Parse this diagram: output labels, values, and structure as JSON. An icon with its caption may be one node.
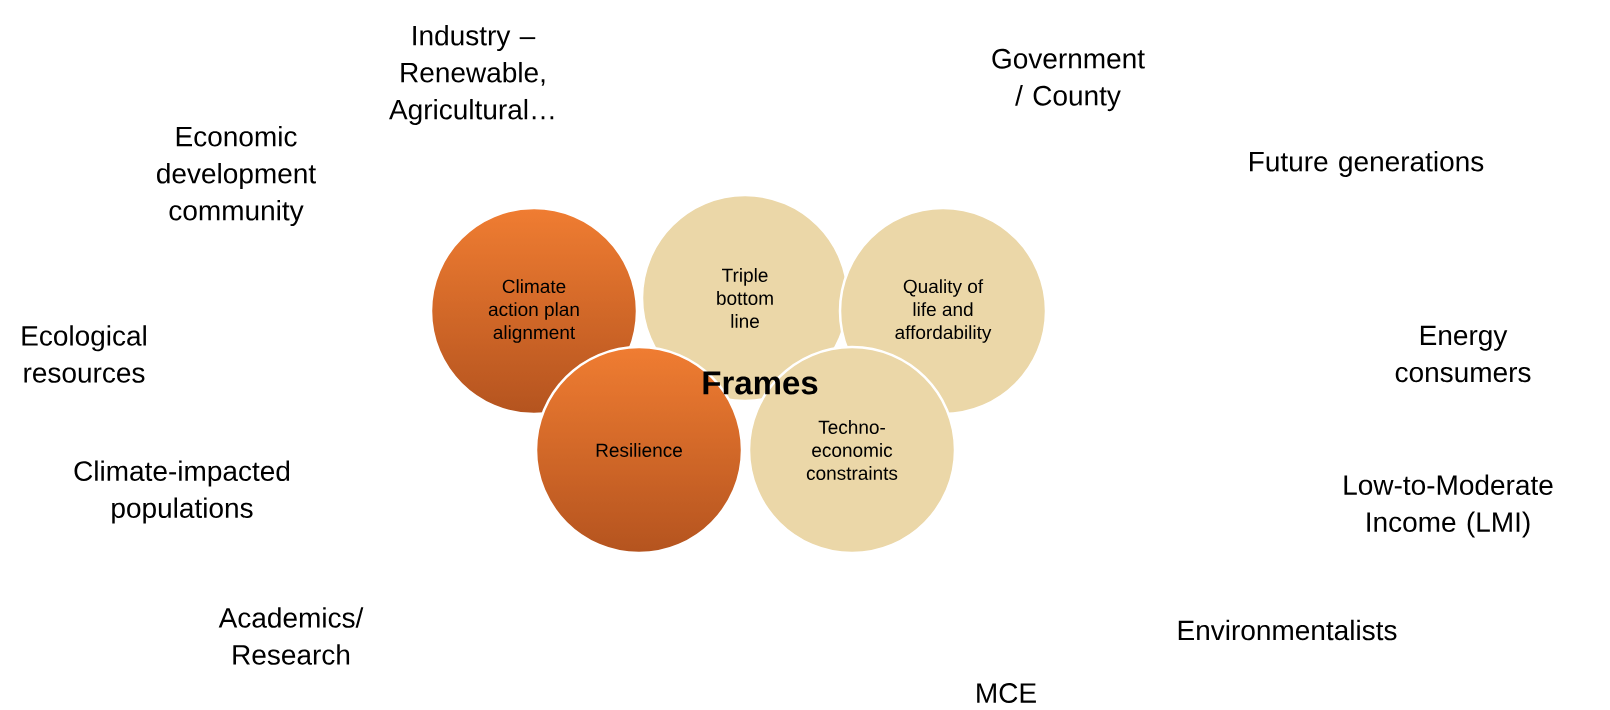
{
  "diagram": {
    "nodes": [
      {
        "text": [
          "Climate action plan alignment"
        ]
      },
      {
        "text": [
          "Triple bottom line"
        ]
      },
      {
        "text": [
          "Quality of life and affordability"
        ]
      },
      {
        "text": [
          "Resilience"
        ]
      },
      {
        "text": [
          "Techno-economic constraints"
        ]
      }
    ],
    "labels": [
      "Industry – Renewable, Agricultural…",
      "Government / County",
      "Economic development community",
      "Future generations",
      "Ecological resources",
      "Frames",
      "Energy consumers",
      "Climate-impacted populations",
      "Low-to-Moderate Income (LMI)",
      "Academics/ Research",
      "Environmentalists",
      "MCE"
    ]
  }
}
